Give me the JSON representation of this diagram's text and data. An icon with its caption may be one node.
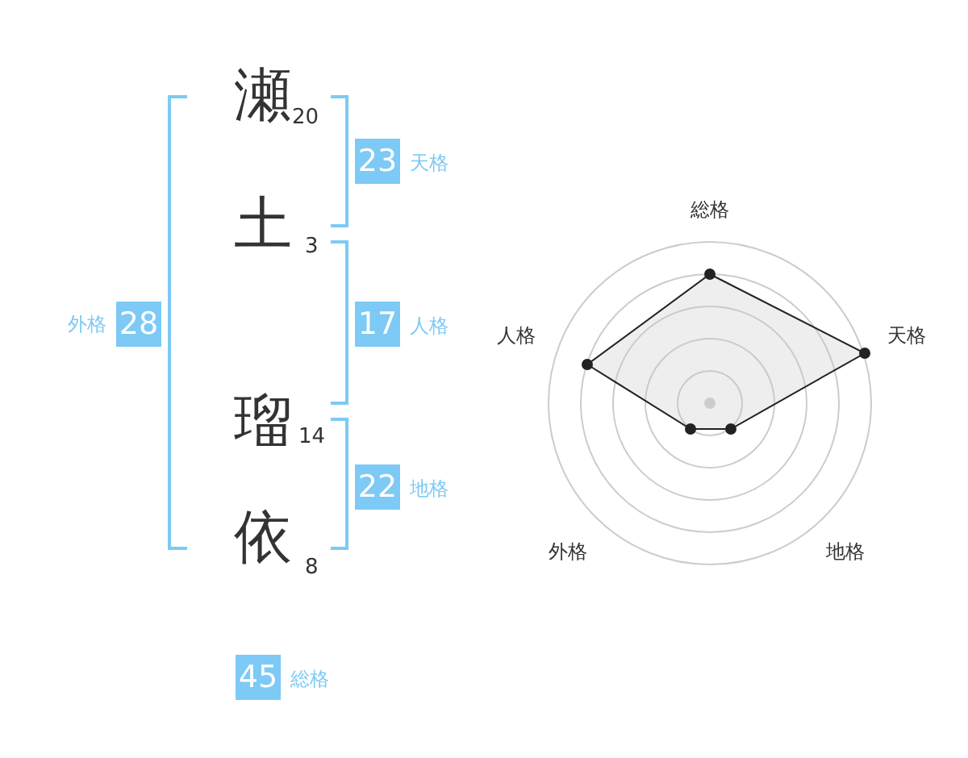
{
  "diagram": {
    "nodes": [
      {
        "text": [
          "23"
        ],
        "beside": [
          "天格"
        ]
      },
      {
        "text": [
          "28"
        ],
        "beside": [
          "外格"
        ]
      },
      {
        "text": [
          "17"
        ],
        "beside": [
          "人格"
        ]
      },
      {
        "text": [
          "22"
        ],
        "beside": [
          "地格"
        ]
      },
      {
        "text": [
          "45"
        ],
        "beside": [
          "総格"
        ]
      }
    ],
    "edges": [],
    "labels": [
      "瀬",
      "20",
      "土",
      "3",
      "瑠",
      "14",
      "依",
      "8",
      "総格",
      "人格",
      "天格",
      "外格",
      "地格"
    ]
  }
}
